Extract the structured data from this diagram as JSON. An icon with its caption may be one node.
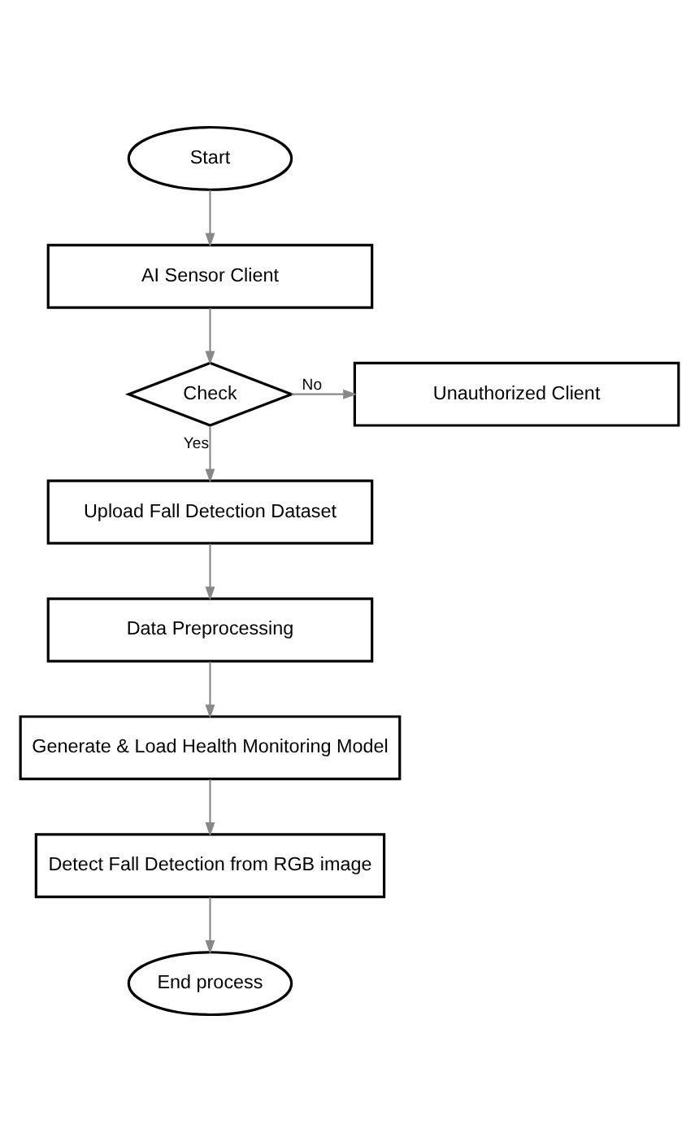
{
  "diagram": {
    "nodes": [
      {
        "text": [
          "Start"
        ]
      },
      {
        "text": [
          "AI Sensor Client"
        ]
      },
      {
        "text": [
          "Check"
        ]
      },
      {
        "text": [
          "Unauthorized Client"
        ]
      },
      {
        "text": [
          "Upload Fall Detection Dataset"
        ]
      },
      {
        "text": [
          "Data Preprocessing"
        ]
      },
      {
        "text": [
          "Generate & Load Health Monitoring Model"
        ]
      },
      {
        "text": [
          "Detect Fall Detection from RGB image"
        ]
      },
      {
        "text": [
          "End process"
        ]
      }
    ],
    "edges": [
      {
        "from": 0,
        "to": 1,
        "arrow": "to"
      },
      {
        "from": 1,
        "to": 2,
        "arrow": "to"
      },
      {
        "from": 2,
        "to": 3,
        "arrow": "to",
        "label": "No"
      },
      {
        "from": 2,
        "to": 4,
        "arrow": "to",
        "label": "Yes"
      },
      {
        "from": 4,
        "to": 5,
        "arrow": "to"
      },
      {
        "from": 5,
        "to": 6,
        "arrow": "to"
      },
      {
        "from": 6,
        "to": 7,
        "arrow": "to"
      },
      {
        "from": 7,
        "to": 8,
        "arrow": "to"
      }
    ]
  }
}
